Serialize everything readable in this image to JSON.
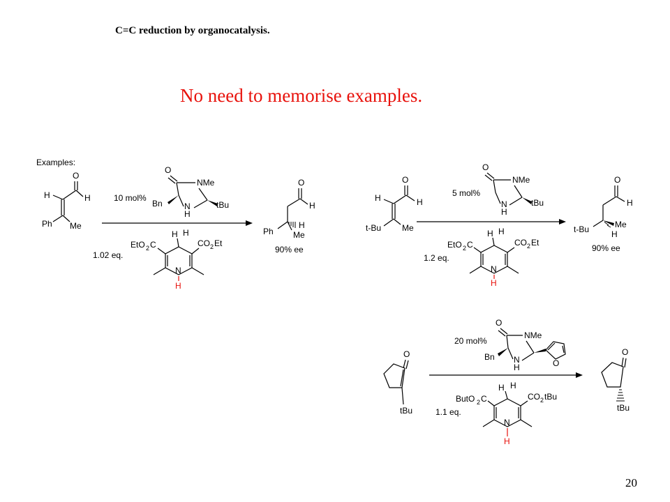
{
  "slide": {
    "title": "C=C reduction by organocatalysis.",
    "note": "No need to memorise examples.",
    "page_number": "20"
  },
  "scheme": {
    "examples_label": "Examples:",
    "reaction1": {
      "catalyst_loading": "10 mol%",
      "reductant_equiv": "1.02 eq.",
      "product_ee": "90% ee"
    },
    "reaction2": {
      "catalyst_loading": "5 mol%",
      "reductant_equiv": "1.2 eq.",
      "product_ee": "90% ee"
    },
    "reaction3": {
      "catalyst_loading": "20 mol%",
      "reductant_equiv": "1.1 eq."
    },
    "colors": {
      "text": "#000000",
      "note": "#e8120c",
      "nh_highlight": "#e8120c"
    }
  }
}
